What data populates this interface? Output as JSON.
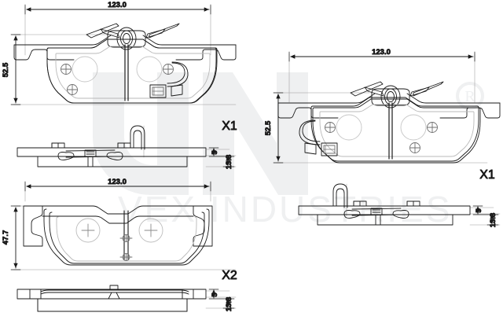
{
  "document": {
    "type": "technical-drawing",
    "subject": "brake-pad-set-dimensioned-views",
    "background_color": "#ffffff",
    "line_color": "#1a1a1a",
    "watermark_color": "#eff0f1"
  },
  "watermark": {
    "logo_text": "UN",
    "brand_text": "UNIVEX INDUSTRIES",
    "registered_mark": "®"
  },
  "views": {
    "top_left": {
      "name": "pad-a-face-view",
      "width_label": "123.0",
      "height_label": "52.5",
      "quantity_label": "X1"
    },
    "top_left_section": {
      "name": "pad-a-side-view",
      "thickness_backing_label": "5",
      "thickness_total_label": "13.8"
    },
    "top_right": {
      "name": "pad-b-face-view",
      "width_label": "123.0",
      "height_label": "52.5",
      "quantity_label": "X1"
    },
    "top_right_section": {
      "name": "pad-b-side-view",
      "thickness_backing_label": "5",
      "thickness_total_label": "13.8"
    },
    "bottom_left": {
      "name": "pad-c-face-view",
      "width_label": "123.0",
      "height_label": "47.7",
      "quantity_label": "X2"
    },
    "bottom_left_section": {
      "name": "pad-c-side-view",
      "thickness_backing_label": "5",
      "thickness_total_label": "13.8"
    }
  }
}
